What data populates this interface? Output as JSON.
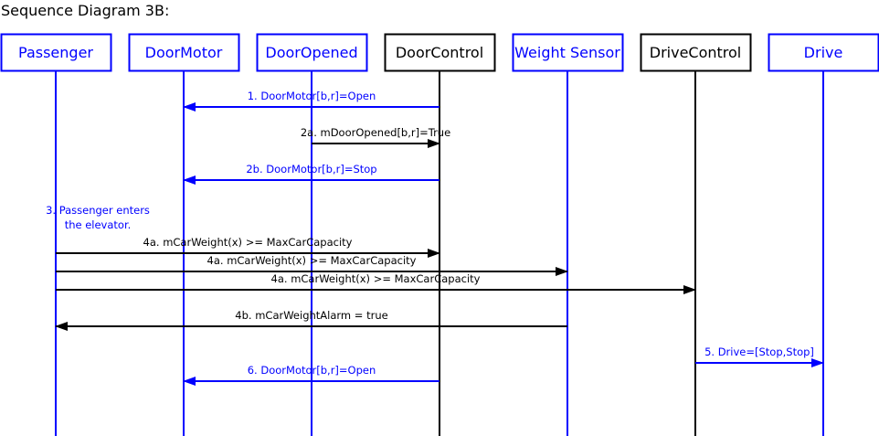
{
  "title": "Sequence Diagram 3B:",
  "colors": {
    "blue": "#0000ff",
    "black": "#000000"
  },
  "objects": [
    {
      "id": "passenger",
      "label": "Passenger",
      "color": "blue"
    },
    {
      "id": "doormotor",
      "label": "DoorMotor",
      "color": "blue"
    },
    {
      "id": "dooropened",
      "label": "DoorOpened",
      "color": "blue"
    },
    {
      "id": "doorcontrol",
      "label": "DoorControl",
      "color": "black"
    },
    {
      "id": "weightsensor",
      "label": "Weight Sensor",
      "color": "blue"
    },
    {
      "id": "drivecontrol",
      "label": "DriveControl",
      "color": "black"
    },
    {
      "id": "drive",
      "label": "Drive",
      "color": "blue"
    }
  ],
  "notes": [
    {
      "lines": [
        "3. Passenger enters",
        "the elevator."
      ],
      "color": "blue"
    }
  ],
  "messages": [
    {
      "label": "1. DoorMotor[b,r]=Open",
      "from": "doorcontrol",
      "to": "doormotor",
      "color": "blue"
    },
    {
      "label": "2a. mDoorOpened[b,r]=True",
      "from": "dooropened",
      "to": "doorcontrol",
      "color": "black"
    },
    {
      "label": "2b. DoorMotor[b,r]=Stop",
      "from": "doorcontrol",
      "to": "doormotor",
      "color": "blue"
    },
    {
      "label": "4a. mCarWeight(x) >= MaxCarCapacity",
      "from": "passenger",
      "to": "doorcontrol",
      "color": "black"
    },
    {
      "label": "4a. mCarWeight(x) >= MaxCarCapacity",
      "from": "passenger",
      "to": "weightsensor",
      "color": "black"
    },
    {
      "label": "4a. mCarWeight(x) >= MaxCarCapacity",
      "from": "passenger",
      "to": "drivecontrol",
      "color": "black"
    },
    {
      "label": "4b. mCarWeightAlarm = true",
      "from": "weightsensor",
      "to": "passenger",
      "color": "black"
    },
    {
      "label": "5. Drive=[Stop,Stop]",
      "from": "drivecontrol",
      "to": "drive",
      "color": "blue"
    },
    {
      "label": "6. DoorMotor[b,r]=Open",
      "from": "doorcontrol",
      "to": "doormotor",
      "color": "blue"
    }
  ]
}
